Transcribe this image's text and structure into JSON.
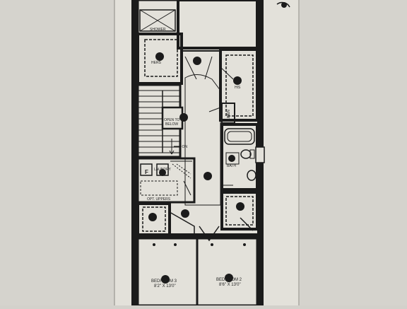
{
  "rooms": {
    "shower": "SHOWER",
    "his": "HIS",
    "hers": "HERS",
    "open_to_below": [
      "OPEN TO",
      "BELOW"
    ],
    "dn": "DN",
    "linen": "LINEN",
    "laundry": "LAUNDRY",
    "opt_uppers": "OPT. UPPERS",
    "bath": "BATH",
    "bedroom3": {
      "name": "BEDROOM 3",
      "size": "8'2\" X 13'0\""
    },
    "bedroom2": {
      "name": "BEDROOM 2",
      "size": "8'6\" X 13'0\""
    }
  }
}
